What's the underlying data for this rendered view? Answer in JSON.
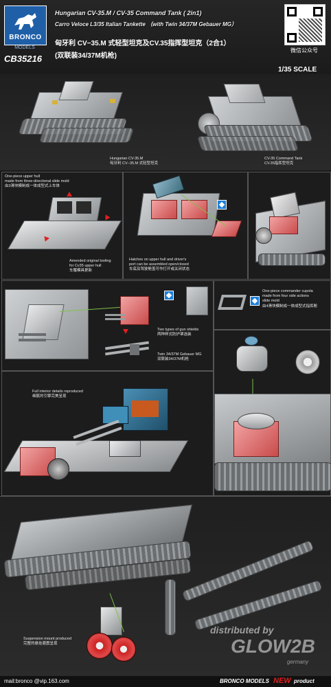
{
  "header": {
    "brand": "BRONCO",
    "sub_brand": "MODELS",
    "product_code": "CB35216",
    "title_line1": "Hungarian CV-35.M / CV-35 Command Tank ( 2in1)",
    "title_line2": "Carro Veloce L3/35 Italian Tankette （with Twin 34/37M Gebauer MG）",
    "title_cn_line1": "匈牙利 CV−35.M 式轻型坦克及CV.35指挥型坦克（2合1）",
    "title_cn_line2": "(双联装34/37M机枪)",
    "qr_caption": "微信公众号",
    "scale": "1/35 SCALE"
  },
  "captions": {
    "cv35m_en": "Hungarian CV-35.M",
    "cv35m_cn": "匈牙利 CV−35.M 式轻型坦克",
    "cv35_en": "CV-35 Command Tank",
    "cv35_cn": "CV.35指挥型坦克",
    "hull_line1": "One-piece upper hull",
    "hull_line2": "made from three-directional slide mold",
    "hull_cn": "由3滑块模制成一体成型式上车体",
    "tooling_line1": "Amended original tooling",
    "tooling_line2": "for Cv35 upper hull",
    "tooling_cn": "车履模具更新",
    "hatch_line1": "Hatches on upper hull and driver's",
    "hatch_line2": "port can be assembled open/closed",
    "hatch_cn": "车底及驾驶舱盖可作打开或关闭状态",
    "shields_en": "Two types of gun shields",
    "shields_cn": "两种样式防护罩选装",
    "mg_en": "Twin 34/37M Gebauer MG",
    "mg_cn": "双联装34/37M机枪",
    "cupola_line1": "One-piece commander cupola",
    "cupola_line2": "made from four side actions",
    "cupola_line3": "slide mold",
    "cupola_cn": "由4滑块模制成一体成型式指挥舱",
    "interior_en": "Full interior details reproduced",
    "interior_cn": "细腻的引擎完美呈现",
    "suspension_en": "Suspension mount produced",
    "suspension_cn": "完整的悬挂避震呈现"
  },
  "footer": {
    "email": "mail:bronco @vip.163.com",
    "brand_left": "BRONCO MODELS",
    "new_label": "NEW",
    "product_label": "product"
  },
  "watermark": {
    "line1": "distributed by",
    "line2": "GLOW2B",
    "line3": "germany"
  },
  "colors": {
    "accent_red": "#e02020",
    "bronco_blue": "#1e5fa8",
    "marker_blue": "#1e7fd8",
    "background": "#1a1a1a"
  }
}
